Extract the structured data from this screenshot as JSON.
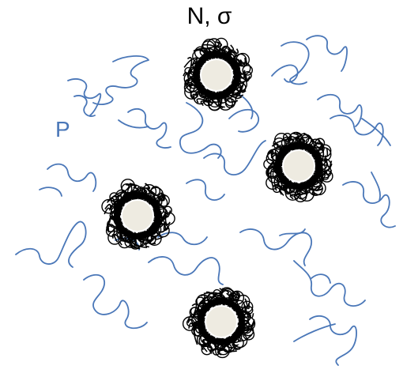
{
  "labels": {
    "particle_params": "N, σ",
    "free_polymer": "P"
  },
  "colors": {
    "free_chain": "#4a77b8",
    "grafted_chain": "#000000",
    "core_fill": "#eeebe1",
    "core_stroke": "#ffffff",
    "label_p": "#4a77b8",
    "label_title": "#000000",
    "background": "#ffffff"
  },
  "elements": {
    "particles": 4,
    "free_chains": 24
  }
}
